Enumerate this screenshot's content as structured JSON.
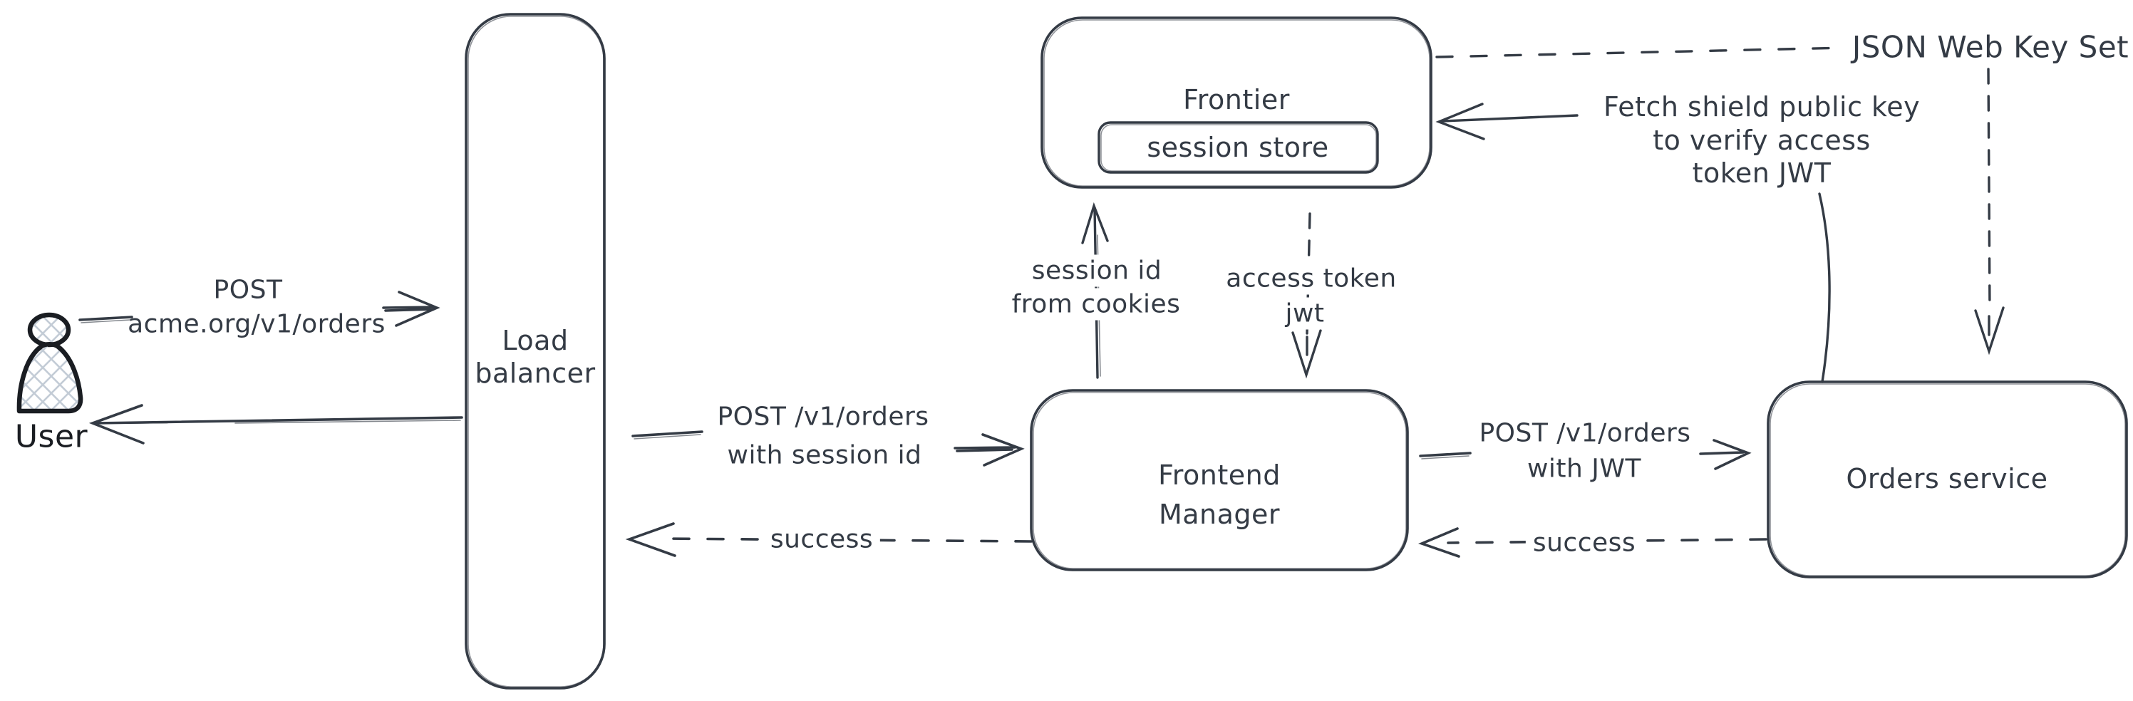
{
  "diagram": {
    "background": "#ffffff",
    "stroke_color": "#343b45",
    "user_stroke_color": "#1a1d22",
    "hatch_color": "#c3ccd6",
    "nodes": {
      "user": {
        "label": "User"
      },
      "load_balancer": {
        "line1": "Load",
        "line2": "balancer"
      },
      "frontier": {
        "label": "Frontier"
      },
      "session_store": {
        "label": "session store"
      },
      "frontend_manager": {
        "line1": "Frontend",
        "line2": "Manager"
      },
      "orders_service": {
        "label": "Orders service"
      }
    },
    "edges": {
      "user_request": {
        "line1": "POST",
        "line2": "acme.org/v1/orders"
      },
      "lb_to_fm": {
        "line1": "POST /v1/orders",
        "line2": "with session id"
      },
      "fm_to_lb": {
        "label": "success"
      },
      "fm_to_orders": {
        "line1": "POST /v1/orders",
        "line2": "with JWT"
      },
      "orders_to_fm": {
        "label": "success"
      },
      "session_id": {
        "line1": "session id",
        "line2": "from cookies"
      },
      "access_token": {
        "line1": "access token",
        "line2": "jwt"
      },
      "jwks": {
        "label": "JSON Web Key Set"
      },
      "fetch_key": {
        "line1": "Fetch shield public key",
        "line2": "to verify access",
        "line3": "token JWT"
      }
    }
  }
}
